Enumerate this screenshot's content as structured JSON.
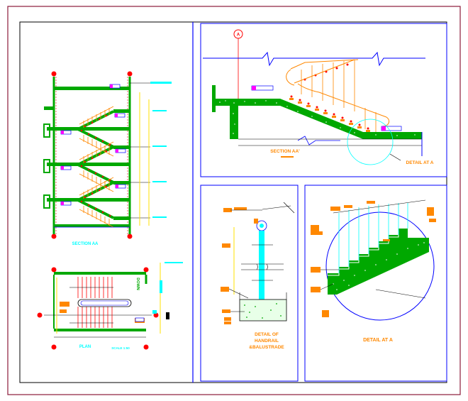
{
  "sheet": {
    "section_aa_title": "SECTION AA",
    "plan_title": "PLAN",
    "plan_scale": "SCALE 1:50",
    "down_label": "DOWN",
    "section_aa_prime_title": "SECTION AA'",
    "section_marker": "A",
    "detail_callout_label": "DETAIL AT A",
    "handrail_title_line1": "DETAIL OF",
    "handrail_title_line2": "HANDRAIL",
    "handrail_title_line3": "&BALUSTRADE",
    "detail_at_a_title": "DETAIL AT A"
  },
  "colors": {
    "frame": "#8b1a3a",
    "cad_red": "#ff0000",
    "cad_cyan": "#00ffff",
    "cad_green": "#00a800",
    "cad_orange": "#ff8800",
    "cad_yellow": "#ffe000",
    "cad_blue": "#0000ff",
    "cad_magenta": "#ff00ff"
  }
}
